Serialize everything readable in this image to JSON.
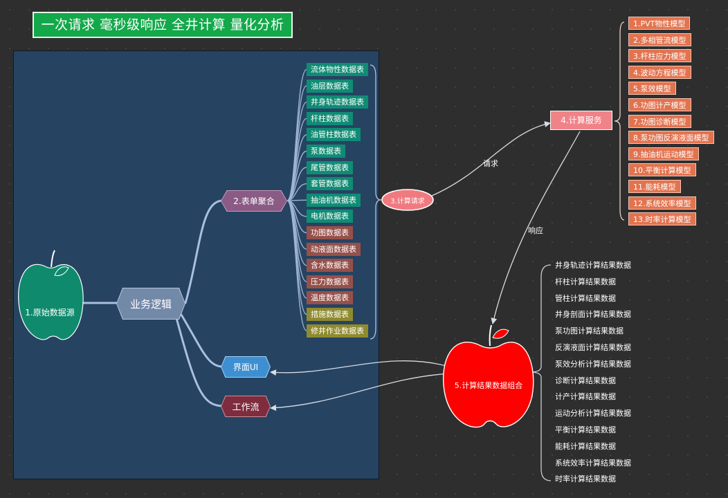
{
  "title": "一次请求 毫秒级响应 全井计算 量化分析",
  "source_node": {
    "label": "1.原始数据源"
  },
  "logic_node": {
    "label": "业务逻辑"
  },
  "aggregate_node": {
    "label": "2.表单聚合"
  },
  "ui_node": {
    "label": "界面UI"
  },
  "workflow_node": {
    "label": "工作流"
  },
  "request_node": {
    "label": "3.计算请求"
  },
  "service_node": {
    "label": "4.计算服务"
  },
  "result_node": {
    "label": "5.计算结果数据组合"
  },
  "edge_labels": {
    "request": "请求",
    "response": "响应"
  },
  "colors": {
    "teal": "#108c74",
    "brown": "#96504a",
    "olive": "#8f8a2e",
    "model": "#e2734f",
    "apple_source": "#0f8a6c",
    "apple_result": "#ff0000",
    "panel": "#264362",
    "title": "#13a84a"
  },
  "tables": [
    {
      "label": "流体物性数据表",
      "color": "teal"
    },
    {
      "label": "油层数据表",
      "color": "teal"
    },
    {
      "label": "井身轨迹数据表",
      "color": "teal"
    },
    {
      "label": "杆柱数据表",
      "color": "teal"
    },
    {
      "label": "油管柱数据表",
      "color": "teal"
    },
    {
      "label": "泵数据表",
      "color": "teal"
    },
    {
      "label": "尾管数据表",
      "color": "teal"
    },
    {
      "label": "套管数据表",
      "color": "teal"
    },
    {
      "label": "抽油机数据表",
      "color": "teal"
    },
    {
      "label": "电机数据表",
      "color": "teal"
    },
    {
      "label": "功图数据表",
      "color": "brown"
    },
    {
      "label": "动液面数据表",
      "color": "brown"
    },
    {
      "label": "含水数据表",
      "color": "brown"
    },
    {
      "label": "压力数据表",
      "color": "brown"
    },
    {
      "label": "温度数据表",
      "color": "brown"
    },
    {
      "label": "措施数据表",
      "color": "olive"
    },
    {
      "label": "修井作业数据表",
      "color": "olive"
    }
  ],
  "models": [
    "1.PVT物性模型",
    "2.多相管流模型",
    "3.杆柱应力模型",
    "4.波动方程模型",
    "5.泵效模型",
    "6.功图计产模型",
    "7.功图诊断模型",
    "8.泵功图反演液面模型",
    "9.抽油机运动模型",
    "10.平衡计算模型",
    "11.能耗模型",
    "12.系统效率模型",
    "13.时率计算模型"
  ],
  "results": [
    "井身轨迹计算结果数据",
    "杆柱计算结果数据",
    "管柱计算结果数据",
    "井身剖面计算结果数据",
    "泵功图计算结果数据",
    "反演液面计算结果数据",
    "泵效分析计算结果数据",
    "诊断计算结果数据",
    "计产计算结果数据",
    "运动分析计算结果数据",
    "平衡计算结果数据",
    "能耗计算结果数据",
    "系统效率计算结果数据",
    "时率计算结果数据"
  ]
}
